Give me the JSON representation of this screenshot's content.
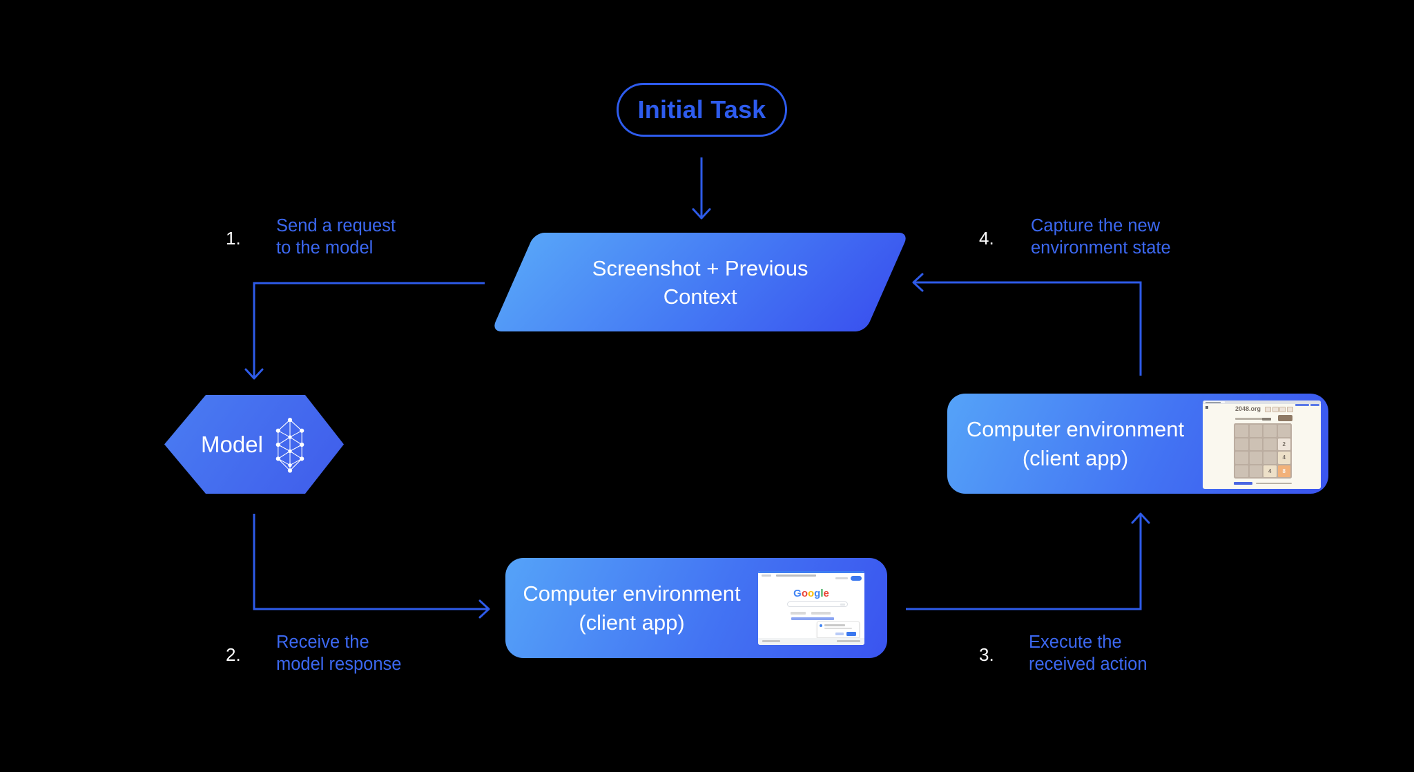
{
  "colors": {
    "background": "#000000",
    "line_blue": "#2e5be9",
    "label_blue": "#3c68f1",
    "pill_blue": "#2e5cee",
    "shape_gradient_light": "#55a3f8",
    "shape_gradient_dark": "#3a54ef",
    "google_brand": [
      "#4285F4",
      "#EA4335",
      "#FBBC05",
      "#4285F4",
      "#34A853",
      "#EA4335"
    ],
    "tile_orange": "#f2b179"
  },
  "nodes": {
    "initial_task": {
      "label": "Initial Task"
    },
    "screenshot_context": {
      "line1": "Screenshot + Previous",
      "line2": "Context"
    },
    "model": {
      "label": "Model"
    },
    "env_bottom": {
      "line1": "Computer environment",
      "line2": "(client app)"
    },
    "env_right": {
      "line1": "Computer environment",
      "line2": "(client app)"
    }
  },
  "steps": {
    "s1": {
      "num": "1.",
      "line1": "Send a request",
      "line2": "to the model"
    },
    "s2": {
      "num": "2.",
      "line1": "Receive the",
      "line2": "model response"
    },
    "s3": {
      "num": "3.",
      "line1": "Execute the",
      "line2": "received action"
    },
    "s4": {
      "num": "4.",
      "line1": "Capture the new",
      "line2": "environment state"
    }
  },
  "thumbs": {
    "google": {
      "letters": [
        {
          "ch": "G",
          "color": "#4285F4"
        },
        {
          "ch": "o",
          "color": "#EA4335"
        },
        {
          "ch": "o",
          "color": "#FBBC05"
        },
        {
          "ch": "g",
          "color": "#4285F4"
        },
        {
          "ch": "l",
          "color": "#34A853"
        },
        {
          "ch": "e",
          "color": "#EA4335"
        }
      ]
    },
    "game": {
      "site": "2048.org",
      "tiles": {
        "t2": "2",
        "t4a": "4",
        "t4b": "4",
        "t8": "8"
      }
    }
  }
}
